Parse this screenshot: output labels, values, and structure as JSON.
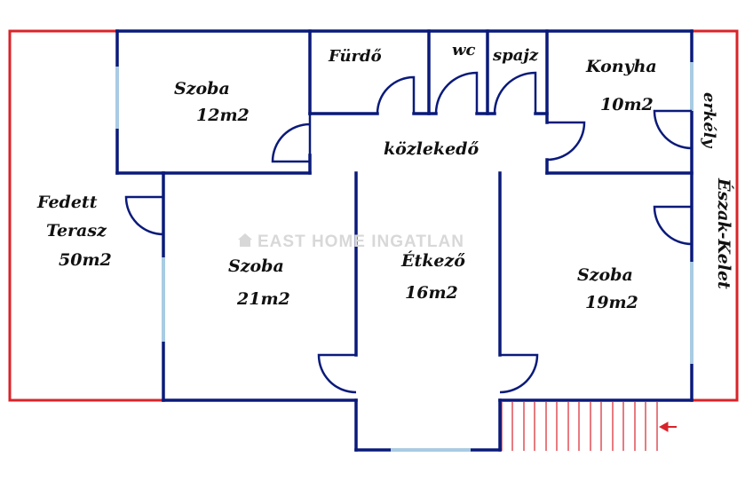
{
  "watermark": {
    "text": "EAST HOME INGATLAN",
    "icon": "house-icon"
  },
  "rooms": {
    "szoba12": {
      "name": "Szoba",
      "area": "12m2"
    },
    "furdo": {
      "name": "Fürdő"
    },
    "wc": {
      "name": "wc"
    },
    "spajz": {
      "name": "spajz"
    },
    "konyha": {
      "name": "Konyha",
      "area": "10m2"
    },
    "erkely": {
      "name": "erkély"
    },
    "kozlekedo": {
      "name": "közlekedő"
    },
    "terasz": {
      "name": "Fedett",
      "name2": "Terasz",
      "area": "50m2"
    },
    "szoba21": {
      "name": "Szoba",
      "area": "21m2"
    },
    "etkezo": {
      "name": "Étkező",
      "area": "16m2"
    },
    "szoba19": {
      "name": "Szoba",
      "area": "19m2"
    }
  },
  "orientation": {
    "label": "Észak-Kelet"
  },
  "colors": {
    "wall": "#0a1a7a",
    "window": "#a9cbe3",
    "outline": "#d9232a",
    "watermark": "#d8d8d8"
  }
}
